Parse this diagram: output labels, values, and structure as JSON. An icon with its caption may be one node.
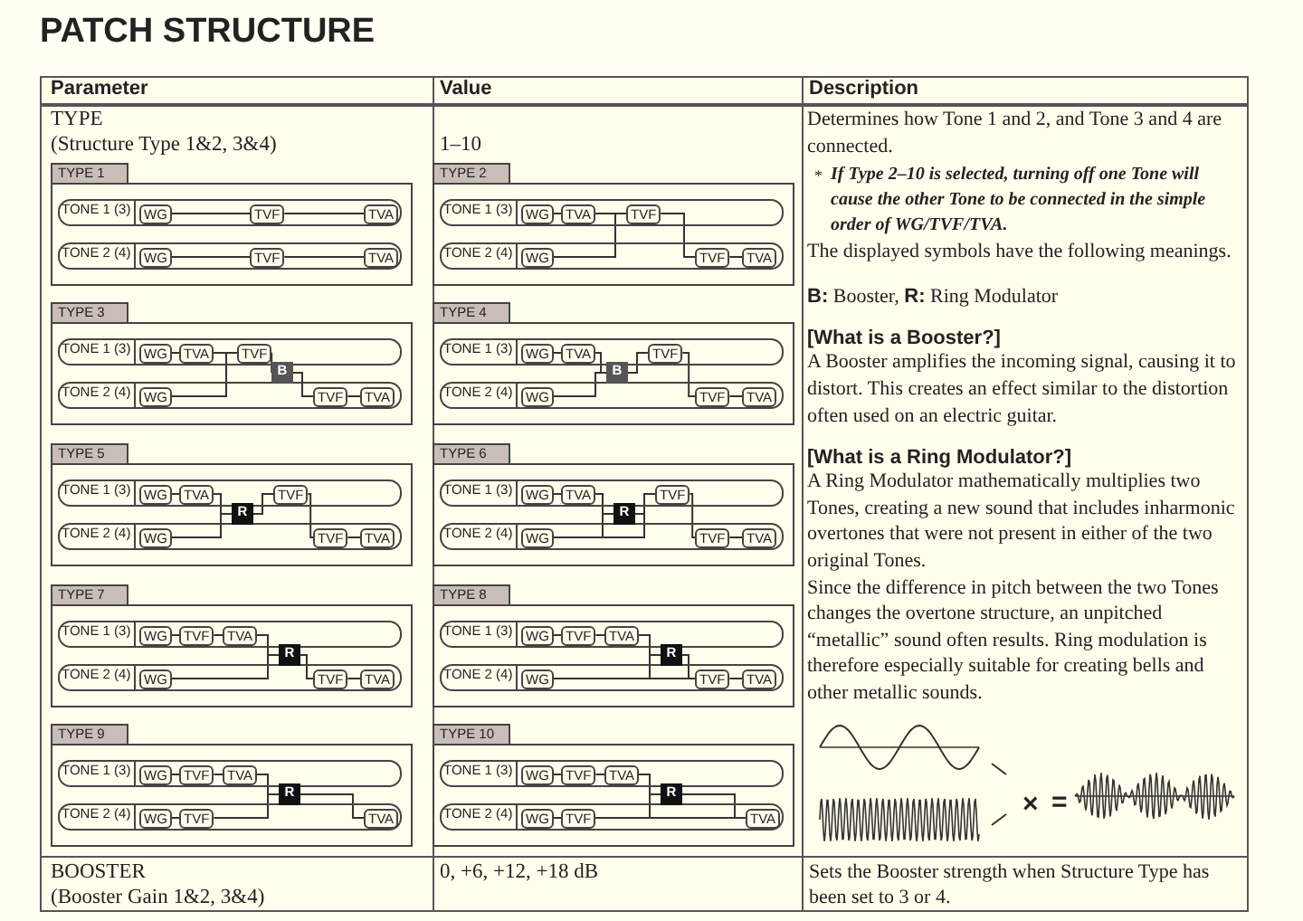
{
  "diagram": {
    "title": "PATCH STRUCTURE",
    "nodes": [
      {
        "text": [
          "TYPE 1"
        ]
      },
      {
        "text": [
          "TONE 1 (3)"
        ],
        "in": 0
      },
      {
        "text": [
          "WG"
        ],
        "in": 1
      },
      {
        "text": [
          "TVF"
        ],
        "in": 1
      },
      {
        "text": [
          "TVA"
        ],
        "in": 1
      },
      {
        "text": [
          "TONE 2 (4)"
        ],
        "in": 0
      },
      {
        "text": [
          "WG"
        ],
        "in": 5
      },
      {
        "text": [
          "TVF"
        ],
        "in": 5
      },
      {
        "text": [
          "TVA"
        ],
        "in": 5
      },
      {
        "text": [
          "TYPE 2"
        ]
      },
      {
        "text": [
          "TONE 1 (3)"
        ],
        "in": 9
      },
      {
        "text": [
          "WG"
        ],
        "in": 10
      },
      {
        "text": [
          "TVA"
        ],
        "in": 10
      },
      {
        "text": [
          "TVF"
        ],
        "in": 10
      },
      {
        "text": [
          "TONE 2 (4)"
        ],
        "in": 9
      },
      {
        "text": [
          "WG"
        ],
        "in": 14
      },
      {
        "text": [
          "TVF"
        ],
        "in": 14
      },
      {
        "text": [
          "TVA"
        ],
        "in": 14
      },
      {
        "text": [
          "TYPE 3"
        ]
      },
      {
        "text": [
          "TONE 1 (3)"
        ],
        "in": 18
      },
      {
        "text": [
          "WG"
        ],
        "in": 19
      },
      {
        "text": [
          "TVA"
        ],
        "in": 19
      },
      {
        "text": [
          "TVF"
        ],
        "in": 19
      },
      {
        "text": [
          "TONE 2 (4)"
        ],
        "in": 18
      },
      {
        "text": [
          "WG"
        ],
        "in": 23
      },
      {
        "text": [
          "TVF"
        ],
        "in": 23
      },
      {
        "text": [
          "TVA"
        ],
        "in": 23
      },
      {
        "text": [
          "B"
        ],
        "in": 18
      },
      {
        "text": [
          "TYPE 4"
        ]
      },
      {
        "text": [
          "TONE 1 (3)"
        ],
        "in": 28
      },
      {
        "text": [
          "WG"
        ],
        "in": 29
      },
      {
        "text": [
          "TVA"
        ],
        "in": 29
      },
      {
        "text": [
          "TVF"
        ],
        "in": 29
      },
      {
        "text": [
          "TONE 2 (4)"
        ],
        "in": 28
      },
      {
        "text": [
          "WG"
        ],
        "in": 33
      },
      {
        "text": [
          "TVF"
        ],
        "in": 33
      },
      {
        "text": [
          "TVA"
        ],
        "in": 33
      },
      {
        "text": [
          "B"
        ],
        "in": 28
      },
      {
        "text": [
          "TYPE 5"
        ]
      },
      {
        "text": [
          "TONE 1 (3)"
        ],
        "in": 38
      },
      {
        "text": [
          "WG"
        ],
        "in": 39
      },
      {
        "text": [
          "TVA"
        ],
        "in": 39
      },
      {
        "text": [
          "TVF"
        ],
        "in": 39
      },
      {
        "text": [
          "TONE 2 (4)"
        ],
        "in": 38
      },
      {
        "text": [
          "WG"
        ],
        "in": 43
      },
      {
        "text": [
          "TVF"
        ],
        "in": 43
      },
      {
        "text": [
          "TVA"
        ],
        "in": 43
      },
      {
        "text": [
          "R"
        ],
        "in": 38
      },
      {
        "text": [
          "TYPE 6"
        ]
      },
      {
        "text": [
          "TONE 1 (3)"
        ],
        "in": 48
      },
      {
        "text": [
          "WG"
        ],
        "in": 49
      },
      {
        "text": [
          "TVA"
        ],
        "in": 49
      },
      {
        "text": [
          "TVF"
        ],
        "in": 49
      },
      {
        "text": [
          "TONE 2 (4)"
        ],
        "in": 48
      },
      {
        "text": [
          "WG"
        ],
        "in": 53
      },
      {
        "text": [
          "TVF"
        ],
        "in": 53
      },
      {
        "text": [
          "TVA"
        ],
        "in": 53
      },
      {
        "text": [
          "R"
        ],
        "in": 48
      },
      {
        "text": [
          "TYPE 7"
        ]
      },
      {
        "text": [
          "TONE 1 (3)"
        ],
        "in": 58
      },
      {
        "text": [
          "WG"
        ],
        "in": 59
      },
      {
        "text": [
          "TVF"
        ],
        "in": 59
      },
      {
        "text": [
          "TVA"
        ],
        "in": 59
      },
      {
        "text": [
          "TONE 2 (4)"
        ],
        "in": 58
      },
      {
        "text": [
          "WG"
        ],
        "in": 63
      },
      {
        "text": [
          "TVF"
        ],
        "in": 63
      },
      {
        "text": [
          "TVA"
        ],
        "in": 63
      },
      {
        "text": [
          "R"
        ],
        "in": 58
      },
      {
        "text": [
          "TYPE 8"
        ]
      },
      {
        "text": [
          "TONE 1 (3)"
        ],
        "in": 68
      },
      {
        "text": [
          "WG"
        ],
        "in": 69
      },
      {
        "text": [
          "TVF"
        ],
        "in": 69
      },
      {
        "text": [
          "TVA"
        ],
        "in": 69
      },
      {
        "text": [
          "TONE 2 (4)"
        ],
        "in": 68
      },
      {
        "text": [
          "WG"
        ],
        "in": 73
      },
      {
        "text": [
          "TVF"
        ],
        "in": 73
      },
      {
        "text": [
          "TVA"
        ],
        "in": 73
      },
      {
        "text": [
          "R"
        ],
        "in": 68
      },
      {
        "text": [
          "TYPE 9"
        ]
      },
      {
        "text": [
          "TONE 1 (3)"
        ],
        "in": 78
      },
      {
        "text": [
          "WG"
        ],
        "in": 79
      },
      {
        "text": [
          "TVF"
        ],
        "in": 79
      },
      {
        "text": [
          "TVA"
        ],
        "in": 79
      },
      {
        "text": [
          "TONE 2 (4)"
        ],
        "in": 78
      },
      {
        "text": [
          "WG"
        ],
        "in": 83
      },
      {
        "text": [
          "TVF"
        ],
        "in": 83
      },
      {
        "text": [
          "TVA"
        ],
        "in": 83
      },
      {
        "text": [
          "R"
        ],
        "in": 78
      },
      {
        "text": [
          "TYPE 10"
        ]
      },
      {
        "text": [
          "TONE 1 (3)"
        ],
        "in": 88
      },
      {
        "text": [
          "WG"
        ],
        "in": 89
      },
      {
        "text": [
          "TVF"
        ],
        "in": 89
      },
      {
        "text": [
          "TVA"
        ],
        "in": 89
      },
      {
        "text": [
          "TONE 2 (4)"
        ],
        "in": 88
      },
      {
        "text": [
          "WG"
        ],
        "in": 93
      },
      {
        "text": [
          "TVF"
        ],
        "in": 93
      },
      {
        "text": [
          "TVA"
        ],
        "in": 93
      },
      {
        "text": [
          "R"
        ],
        "in": 88
      }
    ],
    "edges": [
      {
        "from": 2,
        "to": 3,
        "arrow": "none"
      },
      {
        "from": 3,
        "to": 4,
        "arrow": "none"
      },
      {
        "from": 6,
        "to": 7,
        "arrow": "none"
      },
      {
        "from": 7,
        "to": 8,
        "arrow": "none"
      },
      {
        "from": 11,
        "to": 12,
        "arrow": "none"
      },
      {
        "from": 12,
        "to": 13,
        "arrow": "none"
      },
      {
        "from": 15,
        "to": 13,
        "arrow": "none"
      },
      {
        "from": 13,
        "to": 16,
        "arrow": "none"
      },
      {
        "from": 16,
        "to": 17,
        "arrow": "none"
      },
      {
        "from": 20,
        "to": 21,
        "arrow": "none"
      },
      {
        "from": 21,
        "to": 22,
        "arrow": "none"
      },
      {
        "from": 24,
        "to": 22,
        "arrow": "none"
      },
      {
        "from": 22,
        "to": 27,
        "arrow": "none"
      },
      {
        "from": 27,
        "to": 25,
        "arrow": "none"
      },
      {
        "from": 25,
        "to": 26,
        "arrow": "none"
      },
      {
        "from": 30,
        "to": 31,
        "arrow": "none"
      },
      {
        "from": 31,
        "to": 37,
        "arrow": "none"
      },
      {
        "from": 34,
        "to": 37,
        "arrow": "none"
      },
      {
        "from": 37,
        "to": 32,
        "arrow": "none"
      },
      {
        "from": 32,
        "to": 35,
        "arrow": "none"
      },
      {
        "from": 35,
        "to": 36,
        "arrow": "none"
      },
      {
        "from": 40,
        "to": 41,
        "arrow": "none"
      },
      {
        "from": 41,
        "to": 47,
        "arrow": "none"
      },
      {
        "from": 44,
        "to": 47,
        "arrow": "none"
      },
      {
        "from": 47,
        "to": 42,
        "arrow": "none"
      },
      {
        "from": 42,
        "to": 45,
        "arrow": "none"
      },
      {
        "from": 45,
        "to": 46,
        "arrow": "none"
      },
      {
        "from": 50,
        "to": 51,
        "arrow": "none"
      },
      {
        "from": 51,
        "to": 57,
        "arrow": "none"
      },
      {
        "from": 54,
        "to": 57,
        "arrow": "none"
      },
      {
        "from": 54,
        "to": 52,
        "arrow": "none"
      },
      {
        "from": 57,
        "to": 52,
        "arrow": "none"
      },
      {
        "from": 52,
        "to": 55,
        "arrow": "none"
      },
      {
        "from": 55,
        "to": 56,
        "arrow": "none"
      },
      {
        "from": 60,
        "to": 61,
        "arrow": "none"
      },
      {
        "from": 61,
        "to": 62,
        "arrow": "none"
      },
      {
        "from": 62,
        "to": 67,
        "arrow": "none"
      },
      {
        "from": 64,
        "to": 67,
        "arrow": "none"
      },
      {
        "from": 67,
        "to": 65,
        "arrow": "none"
      },
      {
        "from": 65,
        "to": 66,
        "arrow": "none"
      },
      {
        "from": 70,
        "to": 71,
        "arrow": "none"
      },
      {
        "from": 71,
        "to": 72,
        "arrow": "none"
      },
      {
        "from": 72,
        "to": 77,
        "arrow": "none"
      },
      {
        "from": 74,
        "to": 77,
        "arrow": "none"
      },
      {
        "from": 74,
        "to": 75,
        "arrow": "none"
      },
      {
        "from": 77,
        "to": 75,
        "arrow": "none"
      },
      {
        "from": 75,
        "to": 76,
        "arrow": "none"
      },
      {
        "from": 80,
        "to": 81,
        "arrow": "none"
      },
      {
        "from": 81,
        "to": 82,
        "arrow": "none"
      },
      {
        "from": 82,
        "to": 87,
        "arrow": "none"
      },
      {
        "from": 84,
        "to": 85,
        "arrow": "none"
      },
      {
        "from": 85,
        "to": 87,
        "arrow": "none"
      },
      {
        "from": 87,
        "to": 86,
        "arrow": "none"
      },
      {
        "from": 90,
        "to": 91,
        "arrow": "none"
      },
      {
        "from": 91,
        "to": 92,
        "arrow": "none"
      },
      {
        "from": 92,
        "to": 97,
        "arrow": "none"
      },
      {
        "from": 94,
        "to": 95,
        "arrow": "none"
      },
      {
        "from": 95,
        "to": 97,
        "arrow": "none"
      },
      {
        "from": 95,
        "to": 96,
        "arrow": "none"
      },
      {
        "from": 97,
        "to": 96,
        "arrow": "none"
      }
    ],
    "labels": [
      "Parameter",
      "Value",
      "Description",
      "TYPE",
      "(Structure Type 1&2, 3&4)",
      "1–10",
      "Determines how Tone 1 and 2, and Tone 3 and 4 are connected.",
      "*",
      "If Type 2–10 is selected, turning off one Tone will cause the other Tone to be connected in the simple order of WG/TVF/TVA.",
      "The displayed symbols have the following meanings.",
      "**B:** Booster, **R:** Ring Modulator",
      "[What is a Booster?]",
      "A Booster amplifies the incoming signal, causing it to distort. This creates an effect similar to the distortion often used on an electric guitar.",
      "[What is a Ring Modulator?]",
      "A Ring Modulator mathematically multiplies two Tones, creating a new sound that includes inharmonic overtones that were not present in either of the two original Tones.",
      "Since the difference in pitch between the two Tones changes the overtone structure, an unpitched “metallic” sound often results. Ring modulation is therefore especially suitable for creating bells and other metallic sounds.",
      "×",
      "=",
      "BOOSTER",
      "(Booster Gain 1&2, 3&4)",
      "0, +6, +12, +18 dB",
      "Sets the Booster strength when Structure Type has been set to 3 or 4."
    ]
  }
}
